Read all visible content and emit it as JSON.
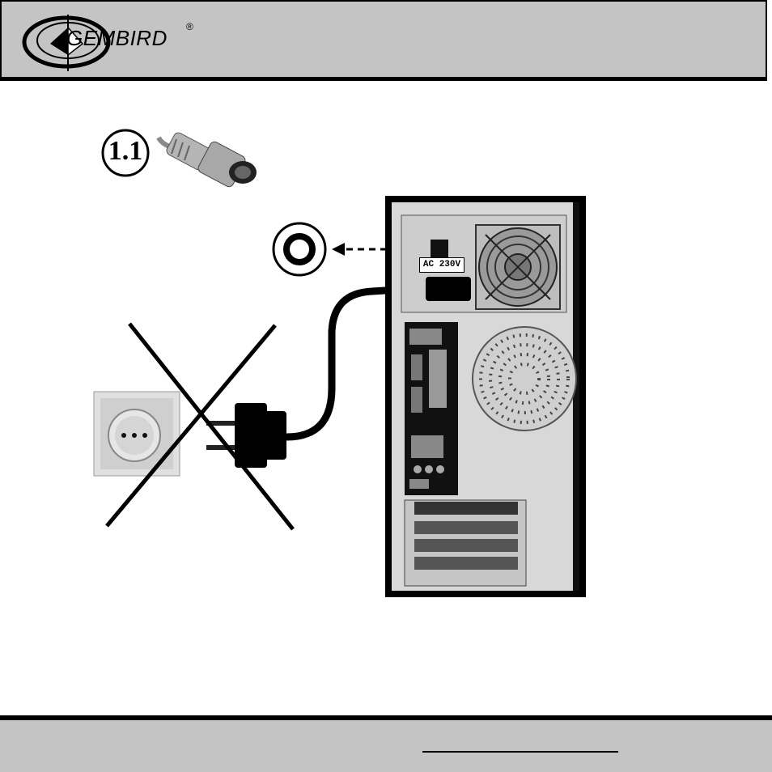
{
  "header": {
    "brand": "GEMBIRD",
    "registered_mark": "®"
  },
  "illustration": {
    "step_label": "1.1",
    "psu_voltage_label": "AC 230V",
    "icons": [
      "ps2-connector-icon",
      "power-switch-icon",
      "wall-socket-icon",
      "power-cable-icon",
      "pc-tower-icon",
      "cross-out-icon"
    ]
  },
  "footer": {}
}
